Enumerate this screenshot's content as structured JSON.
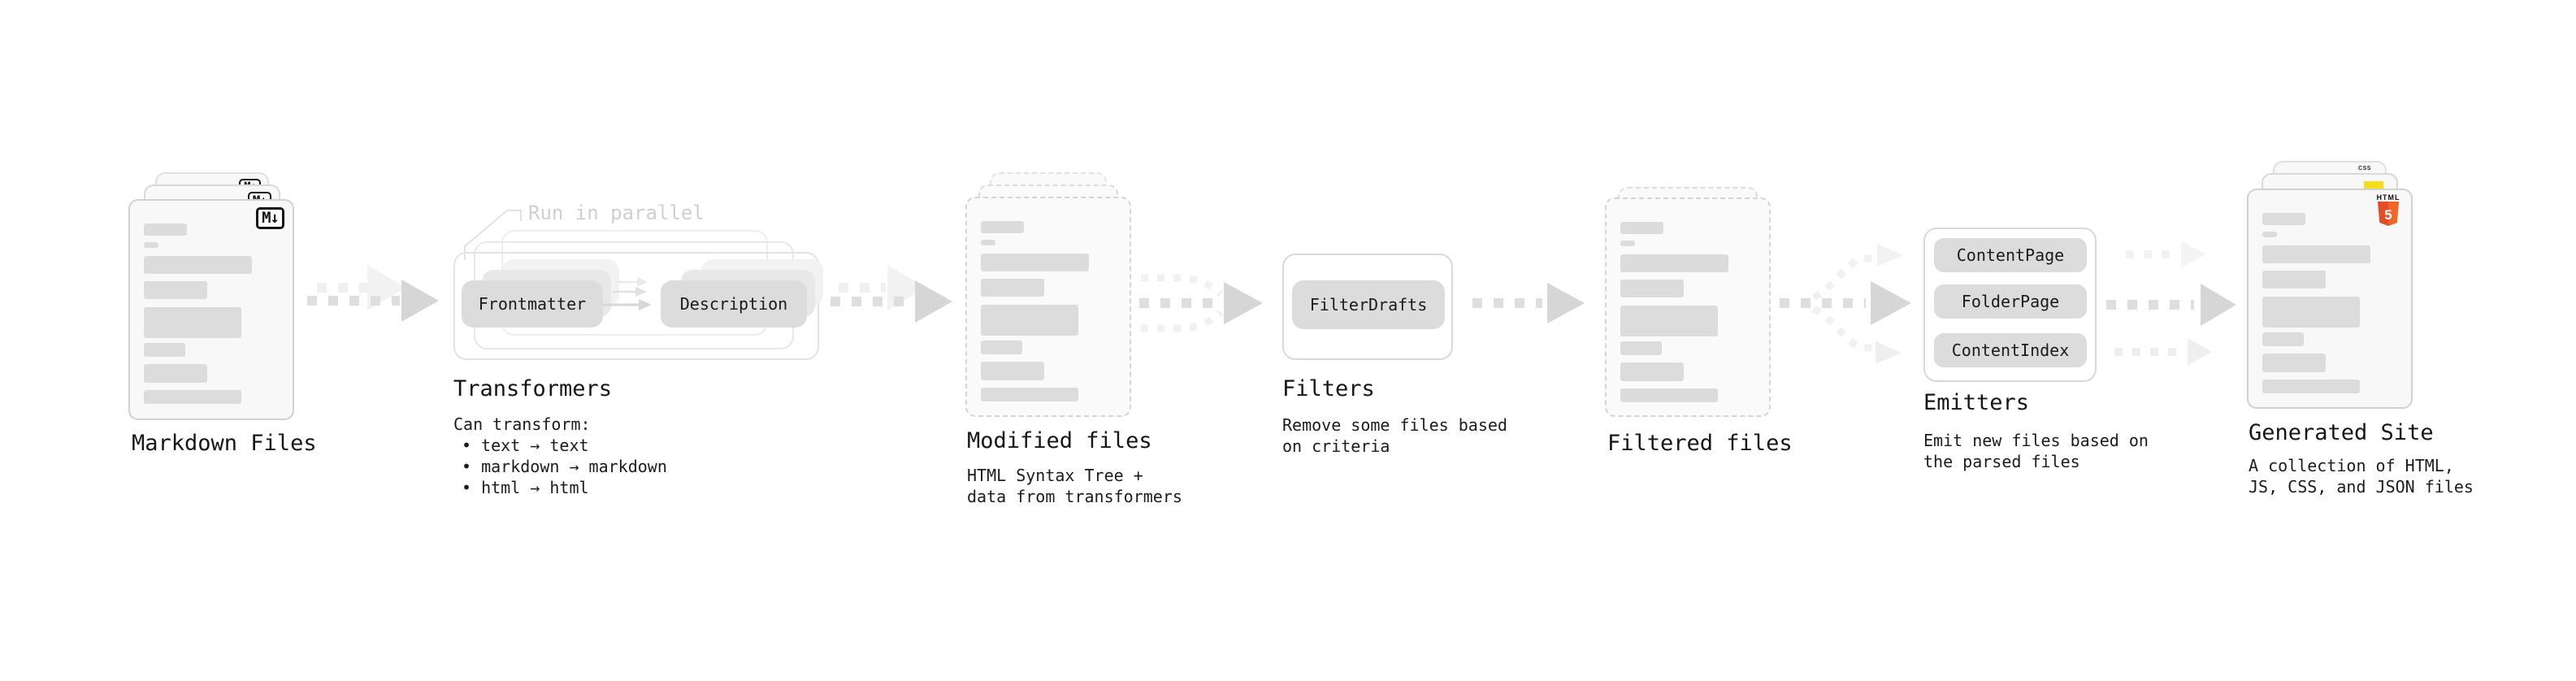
{
  "stages": {
    "markdown": {
      "label": "Markdown Files"
    },
    "transformers": {
      "label": "Transformers",
      "annotation": "Run in parallel",
      "pills": [
        "Frontmatter",
        "Description"
      ],
      "desc_title": "Can transform:",
      "bullets": [
        "• text → text",
        "• markdown → markdown",
        "• html → html"
      ]
    },
    "modified": {
      "label": "Modified files",
      "desc": [
        "HTML Syntax Tree +",
        "data from transformers"
      ]
    },
    "filters": {
      "label": "Filters",
      "pills": [
        "FilterDrafts"
      ],
      "desc": [
        "Remove some files based",
        "on criteria"
      ]
    },
    "filtered": {
      "label": "Filtered files"
    },
    "emitters": {
      "label": "Emitters",
      "pills": [
        "ContentPage",
        "FolderPage",
        "ContentIndex"
      ],
      "desc": [
        "Emit new files based on",
        "the parsed files"
      ]
    },
    "generated": {
      "label": "Generated Site",
      "desc": [
        "A collection of HTML,",
        "JS, CSS, and JSON files"
      ]
    }
  },
  "icons": {
    "markdown": "M↓",
    "html5": {
      "wordmark": "HTML",
      "numeral": "5"
    },
    "css": {
      "wordmark": "CSS"
    }
  },
  "colors": {
    "html_orange": "#e44d26",
    "html_orange_light": "#f16529",
    "js_yellow": "#f5de19",
    "css_blue": "#3a6ce0"
  }
}
